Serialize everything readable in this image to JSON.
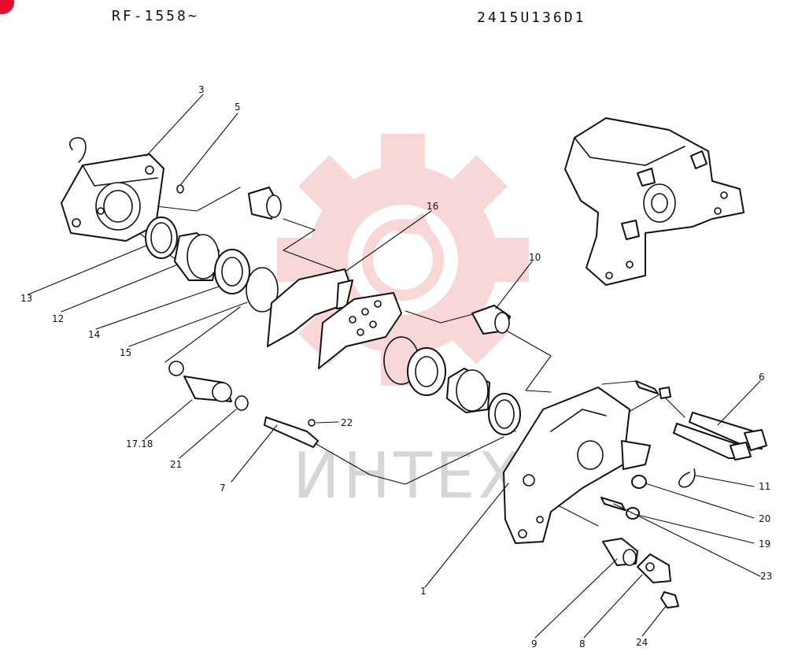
{
  "header": {
    "left_code": "RF-1558~",
    "right_code": "2415U136D1"
  },
  "watermark": {
    "text": "ИНТЕХ",
    "gear_color": "#f3b8b8",
    "text_color": "#b5b5b5"
  },
  "badge": {
    "color": "#e0102a"
  },
  "callouts": [
    {
      "id": "3",
      "text": "3"
    },
    {
      "id": "5",
      "text": "5"
    },
    {
      "id": "16",
      "text": "16"
    },
    {
      "id": "10",
      "text": "10"
    },
    {
      "id": "13",
      "text": "13"
    },
    {
      "id": "12",
      "text": "12"
    },
    {
      "id": "14",
      "text": "14"
    },
    {
      "id": "15",
      "text": "15"
    },
    {
      "id": "17_18",
      "text": "17.18"
    },
    {
      "id": "21",
      "text": "21"
    },
    {
      "id": "22",
      "text": "22"
    },
    {
      "id": "7",
      "text": "7"
    },
    {
      "id": "6",
      "text": "6"
    },
    {
      "id": "11",
      "text": "11"
    },
    {
      "id": "20",
      "text": "20"
    },
    {
      "id": "19",
      "text": "19"
    },
    {
      "id": "23",
      "text": "23"
    },
    {
      "id": "1",
      "text": "1"
    },
    {
      "id": "9",
      "text": "9"
    },
    {
      "id": "8",
      "text": "8"
    },
    {
      "id": "24",
      "text": "24"
    }
  ]
}
